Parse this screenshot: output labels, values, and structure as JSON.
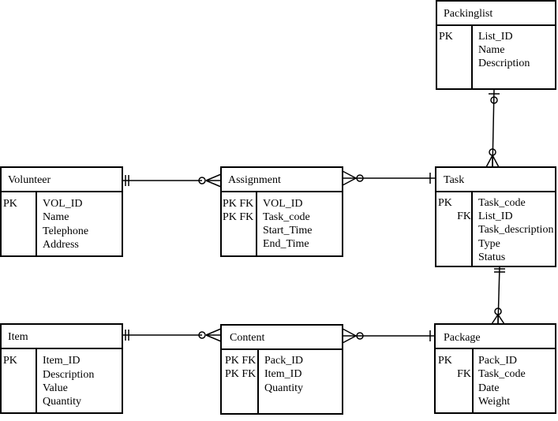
{
  "entities": {
    "packinglist": {
      "title": "Packinglist",
      "attributes": [
        {
          "key": "PK",
          "name": "List_ID"
        },
        {
          "key": "",
          "name": "Name"
        },
        {
          "key": "",
          "name": "Description"
        }
      ]
    },
    "volunteer": {
      "title": "Volunteer",
      "attributes": [
        {
          "key": "PK",
          "name": "VOL_ID"
        },
        {
          "key": "",
          "name": "Name"
        },
        {
          "key": "",
          "name": "Telephone"
        },
        {
          "key": "",
          "name": "Address"
        }
      ]
    },
    "assignment": {
      "title": "Assignment",
      "attributes": [
        {
          "key": "PK FK",
          "name": "VOL_ID"
        },
        {
          "key": "PK FK",
          "name": "Task_code"
        },
        {
          "key": "",
          "name": "Start_Time"
        },
        {
          "key": "",
          "name": "End_Time"
        }
      ]
    },
    "task": {
      "title": "Task",
      "attributes": [
        {
          "key": "PK",
          "name": "Task_code"
        },
        {
          "key": "FK",
          "name": "List_ID"
        },
        {
          "key": "",
          "name": "Task_description"
        },
        {
          "key": "",
          "name": "Type"
        },
        {
          "key": "",
          "name": "Status"
        }
      ]
    },
    "item": {
      "title": "Item",
      "attributes": [
        {
          "key": "PK",
          "name": "Item_ID"
        },
        {
          "key": "",
          "name": "Description"
        },
        {
          "key": "",
          "name": "Value"
        },
        {
          "key": "",
          "name": "Quantity"
        }
      ]
    },
    "content": {
      "title": "Content",
      "attributes": [
        {
          "key": "PK FK",
          "name": "Pack_ID"
        },
        {
          "key": "PK FK",
          "name": "Item_ID"
        },
        {
          "key": "",
          "name": "Quantity"
        }
      ]
    },
    "package": {
      "title": "Package",
      "attributes": [
        {
          "key": "PK",
          "name": "Pack_ID"
        },
        {
          "key": "FK",
          "name": "Task_code"
        },
        {
          "key": "",
          "name": "Date"
        },
        {
          "key": "",
          "name": "Weight"
        }
      ]
    }
  },
  "relationships": [
    {
      "from": "volunteer",
      "to": "assignment",
      "from_cardinality": "exactly-one",
      "to_cardinality": "zero-or-many"
    },
    {
      "from": "assignment",
      "to": "task",
      "from_cardinality": "zero-or-many",
      "to_cardinality": "exactly-one"
    },
    {
      "from": "packinglist",
      "to": "task",
      "from_cardinality": "zero-or-one",
      "to_cardinality": "zero-or-many"
    },
    {
      "from": "task",
      "to": "package",
      "from_cardinality": "exactly-one",
      "to_cardinality": "zero-or-many"
    },
    {
      "from": "item",
      "to": "content",
      "from_cardinality": "exactly-one",
      "to_cardinality": "zero-or-many"
    },
    {
      "from": "content",
      "to": "package",
      "from_cardinality": "zero-or-many",
      "to_cardinality": "exactly-one"
    }
  ]
}
